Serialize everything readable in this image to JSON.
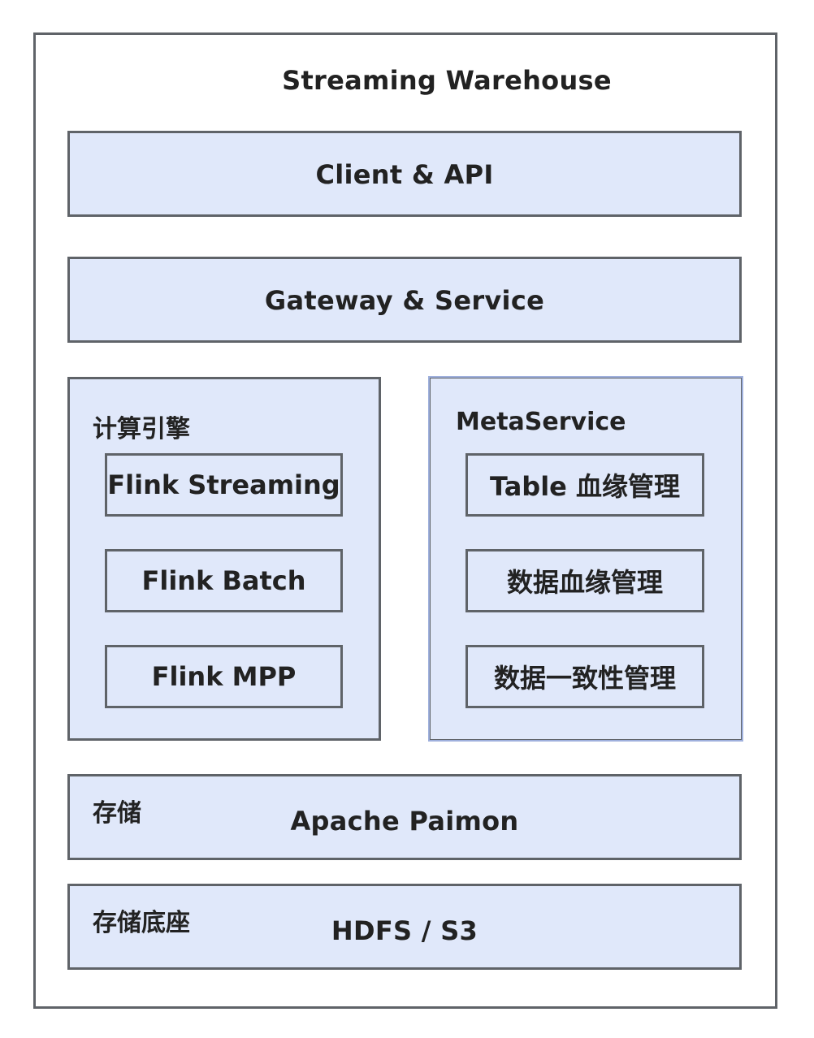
{
  "diagram": {
    "title": "Streaming Warehouse",
    "client_api": "Client & API",
    "gateway_service": "Gateway & Service",
    "compute": {
      "label": "计算引擎",
      "items": [
        "Flink Streaming",
        "Flink Batch",
        "Flink MPP"
      ]
    },
    "meta_service": {
      "label": "MetaService",
      "items": [
        "Table 血缘管理",
        "数据血缘管理",
        "数据一致性管理"
      ]
    },
    "storage": {
      "label": "存储",
      "value": "Apache Paimon"
    },
    "storage_base": {
      "label": "存储底座",
      "value": "HDFS / S3"
    }
  },
  "colors": {
    "box_fill": "#e0e8fa",
    "border": "#5f6368",
    "meta_border": "#9fb0dd",
    "text": "#222222"
  }
}
